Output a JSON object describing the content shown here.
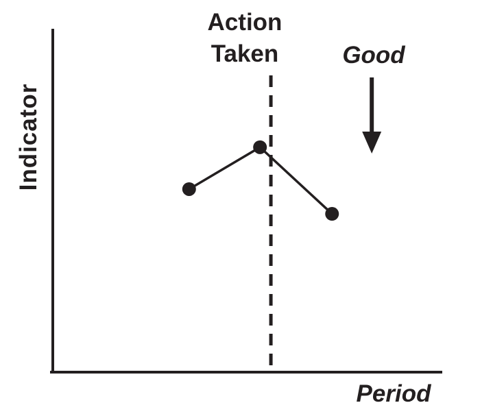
{
  "chart": {
    "ylabel": "Indicator",
    "xlabel": "Period",
    "action_lines": [
      "Action",
      "Taken"
    ],
    "good_label": "Good",
    "colors": {
      "ink": "#231f20",
      "background": "#ffffff"
    }
  },
  "chart_data": {
    "type": "line",
    "title": "",
    "xlabel": "Period",
    "ylabel": "Indicator",
    "x": [
      1,
      2,
      3
    ],
    "x_norm": [
      0.35,
      0.532,
      0.717
    ],
    "y_norm": [
      0.533,
      0.655,
      0.461
    ],
    "marker": "filled-circle",
    "line_color": "#231f20",
    "grid": false,
    "axis_ticks": "none (conceptual chart, no numeric scale shown)",
    "annotations": [
      {
        "type": "vline",
        "label": "Action Taken",
        "x_norm": 0.56,
        "style": "dashed"
      },
      {
        "type": "arrow",
        "label": "Good",
        "direction": "down",
        "x_norm": 0.819
      }
    ],
    "legend": "none"
  }
}
